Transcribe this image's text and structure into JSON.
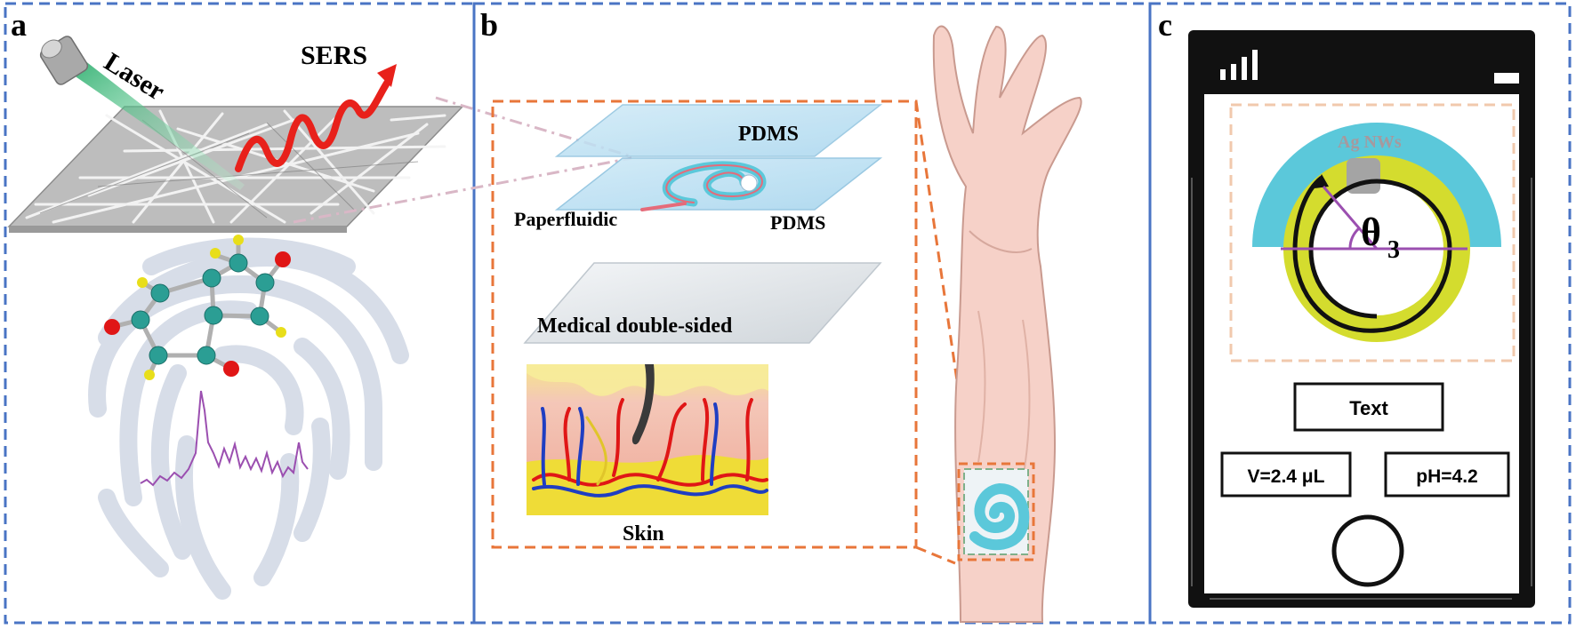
{
  "panels": {
    "a": {
      "letter": "a",
      "laser_label": "Laser",
      "sers_label": "SERS"
    },
    "b": {
      "letter": "b",
      "pdms_top": "PDMS",
      "pdms_bottom": "PDMS",
      "paperfluidic": "Paperfluidic",
      "medical": "Medical double-sided",
      "skin": "Skin"
    },
    "c": {
      "letter": "c",
      "ag_label": "Ag NWs",
      "theta": "θ",
      "theta_sub": "3",
      "text_button": "Text",
      "volume": "V=2.4 μL",
      "ph": "pH=4.2"
    }
  },
  "colors": {
    "frame_blue": "#4a74c4",
    "frame_orange": "#e8763a",
    "laser_green": "#1fb56a",
    "sers_red": "#e8211b",
    "cyan": "#5bc8da",
    "yellow_green": "#d4dc2e",
    "purple": "#9b4fb0"
  }
}
